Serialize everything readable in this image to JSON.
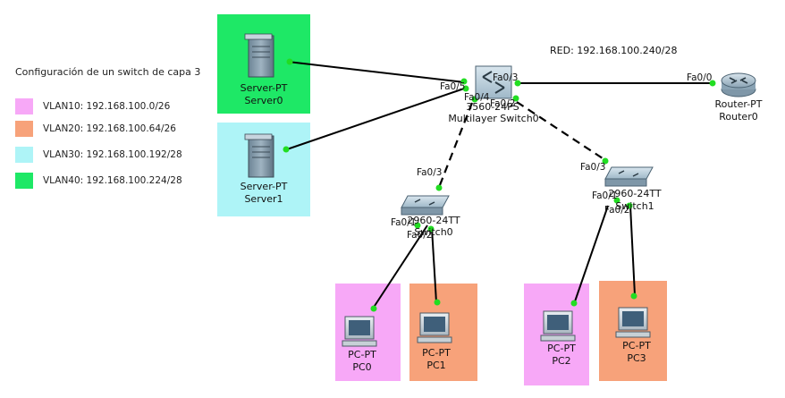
{
  "legend": {
    "title": "Configuración de un switch de capa 3",
    "items": [
      {
        "label": "VLAN10: 192.168.100.0/26",
        "color": "#f7a8f7"
      },
      {
        "label": "VLAN20: 192.168.100.64/26",
        "color": "#f7a27a"
      },
      {
        "label": "VLAN30: 192.168.100.192/28",
        "color": "#aef4f7"
      },
      {
        "label": "VLAN40: 192.168.100.224/28",
        "color": "#1ee866"
      }
    ]
  },
  "network_label": "RED: 192.168.100.240/28",
  "devices": {
    "server0": {
      "type": "Server-PT",
      "name": "Server0"
    },
    "server1": {
      "type": "Server-PT",
      "name": "Server1"
    },
    "mls": {
      "type": "3560-24PS",
      "name": "Multilayer Switch0"
    },
    "router": {
      "type": "Router-PT",
      "name": "Router0"
    },
    "switch0": {
      "type": "2960-24TT",
      "name": "Switch0"
    },
    "switch1": {
      "type": "2960-24TT",
      "name": "Switch1"
    },
    "pc0": {
      "type": "PC-PT",
      "name": "PC0"
    },
    "pc1": {
      "type": "PC-PT",
      "name": "PC1"
    },
    "pc2": {
      "type": "PC-PT",
      "name": "PC2"
    },
    "pc3": {
      "type": "PC-PT",
      "name": "PC3"
    }
  },
  "ports": {
    "mls_fa05": "Fa0/5",
    "mls_fa03": "Fa0/3",
    "mls_fa04": "Fa0/4",
    "mls_fa02": "Fa0/2",
    "router_fa00": "Fa0/0",
    "sw0_fa03": "Fa0/3",
    "sw0_fa01": "Fa0/1",
    "sw0_fa02": "Fa0/2",
    "sw1_fa03": "Fa0/3",
    "sw1_fa01": "Fa0/1",
    "sw1_fa02": "Fa0/2"
  },
  "colors": {
    "link_dot": "#22dd22",
    "cable": "#000000"
  }
}
